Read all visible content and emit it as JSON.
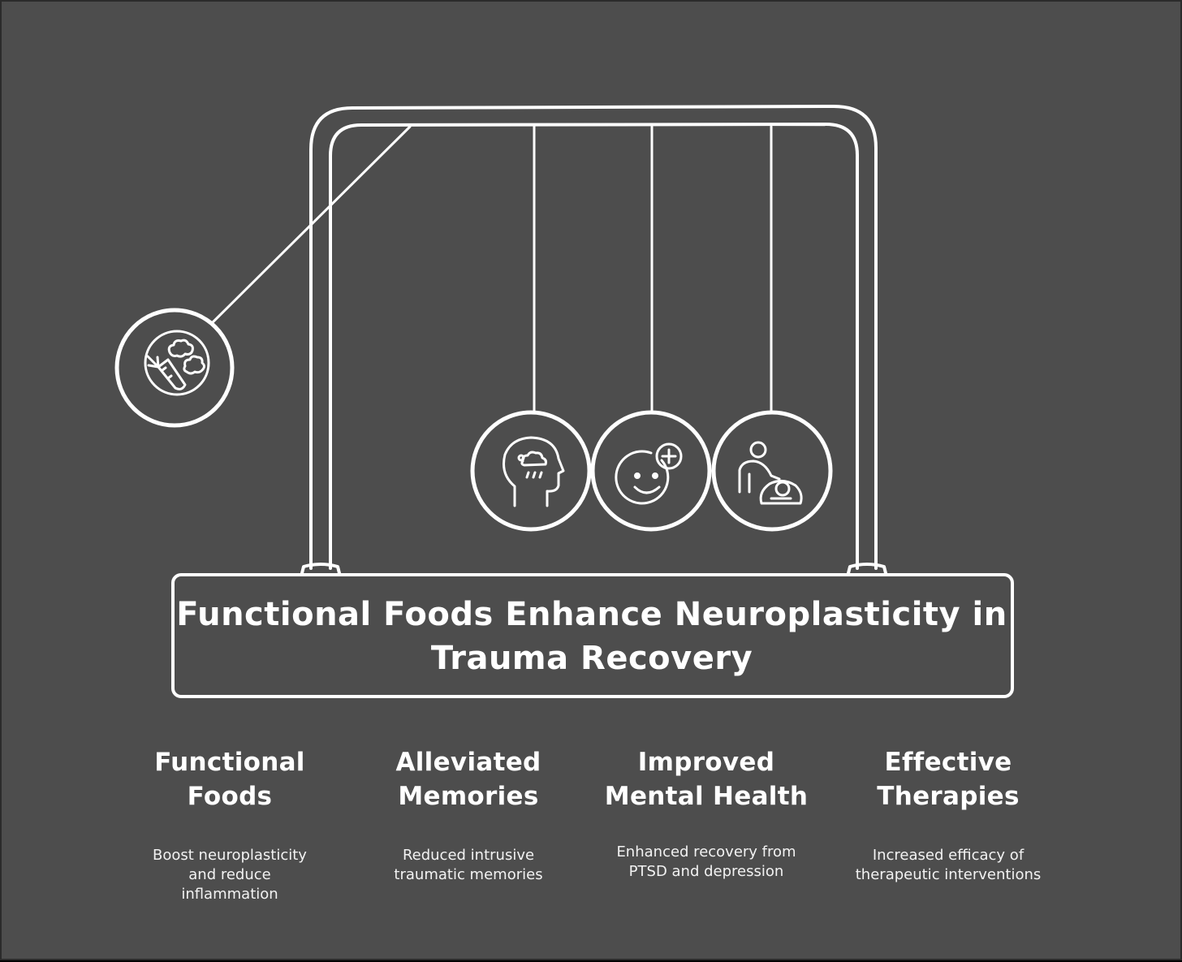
{
  "title": "Functional Foods Enhance Neuroplasticity in Trauma Recovery",
  "colors": {
    "background": "#4d4d4d",
    "stroke": "#ffffff",
    "text": "#ffffff"
  },
  "items": [
    {
      "heading": "Functional Foods",
      "description": "Boost neuroplasticity and reduce inflammation",
      "icon": "vegetables-icon"
    },
    {
      "heading": "Alleviated Memories",
      "description": "Reduced intrusive traumatic memories",
      "icon": "head-rain-cloud-icon"
    },
    {
      "heading": "Improved Mental Health",
      "description": "Enhanced recovery from PTSD and depression",
      "icon": "smiley-plus-icon"
    },
    {
      "heading": "Effective Therapies",
      "description": "Increased efficacy of therapeutic interventions",
      "icon": "therapist-patient-icon"
    }
  ]
}
